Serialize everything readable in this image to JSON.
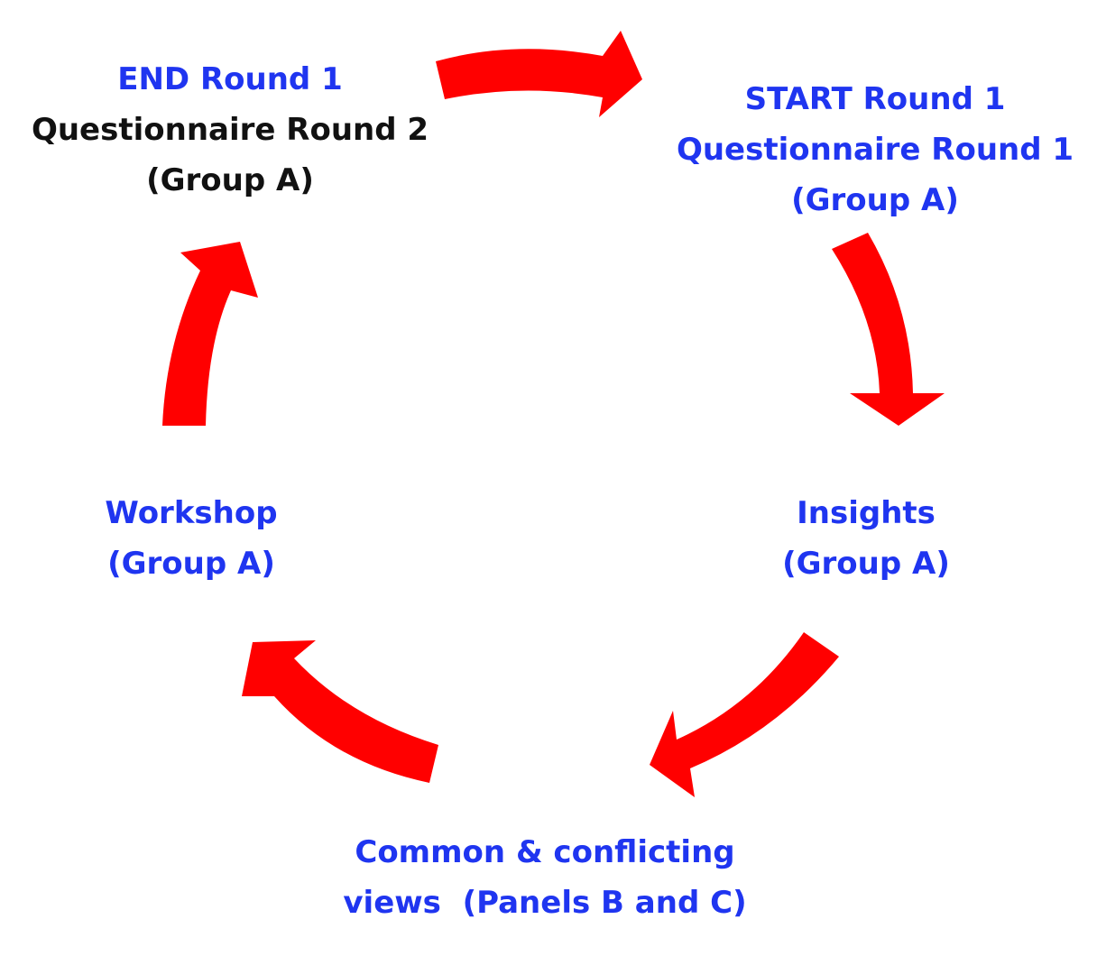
{
  "colors": {
    "arrow": "#ff0000",
    "label_blue": "#1f35f0",
    "label_black": "#111111",
    "background": "#ffffff"
  },
  "nodes": {
    "start": {
      "line1": "START Round 1",
      "line2": "Questionnaire Round 1",
      "line3": "(Group A)"
    },
    "insights": {
      "line1": "Insights",
      "line2": "(Group A)"
    },
    "views": {
      "line1": "Common & conflicting",
      "line2": "views  (Panels B and C)"
    },
    "workshop": {
      "line1": "Workshop",
      "line2": "(Group A)"
    },
    "end": {
      "line1": "END Round 1",
      "line2": "Questionnaire Round 2",
      "line3": "(Group A)"
    }
  },
  "flow": [
    "start",
    "insights",
    "views",
    "workshop",
    "end",
    "start"
  ]
}
